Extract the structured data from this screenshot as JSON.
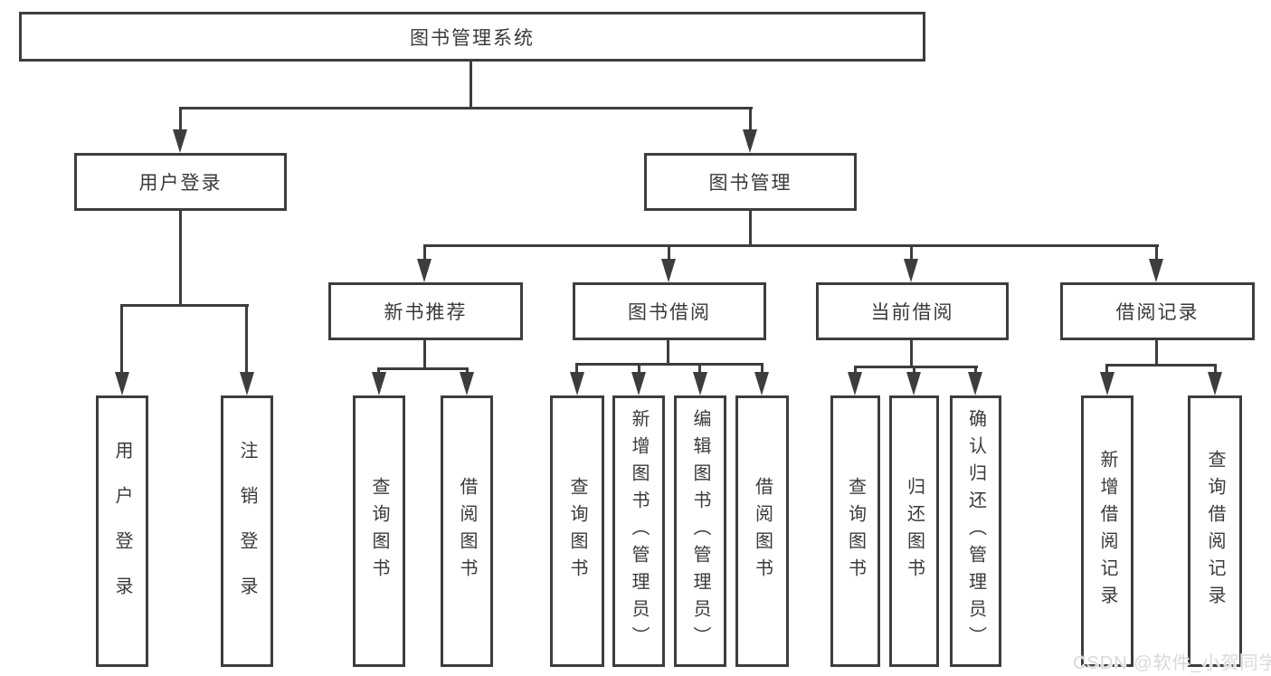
{
  "colors": {
    "line": "#3d3d3d",
    "text": "#3a3a3a",
    "background": "#ffffff",
    "watermark": "#d9d9d9"
  },
  "watermark": {
    "text": "CSDN @软件_小贺同学"
  },
  "tree": {
    "root": {
      "label": "图书管理系统"
    },
    "branches": [
      {
        "label": "用户登录",
        "children": [
          "用户登录",
          "注销登录"
        ]
      },
      {
        "label": "图书管理",
        "groups": [
          {
            "label": "新书推荐",
            "children": [
              "查询图书",
              "借阅图书"
            ]
          },
          {
            "label": "图书借阅",
            "children": [
              "查询图书",
              "新增图书（管理员）",
              "编辑图书（管理员）",
              "借阅图书"
            ]
          },
          {
            "label": "当前借阅",
            "children": [
              "查询图书",
              "归还图书",
              "确认归还（管理员）"
            ]
          },
          {
            "label": "借阅记录",
            "children": [
              "新增借阅记录",
              "查询借阅记录"
            ]
          }
        ]
      }
    ]
  }
}
